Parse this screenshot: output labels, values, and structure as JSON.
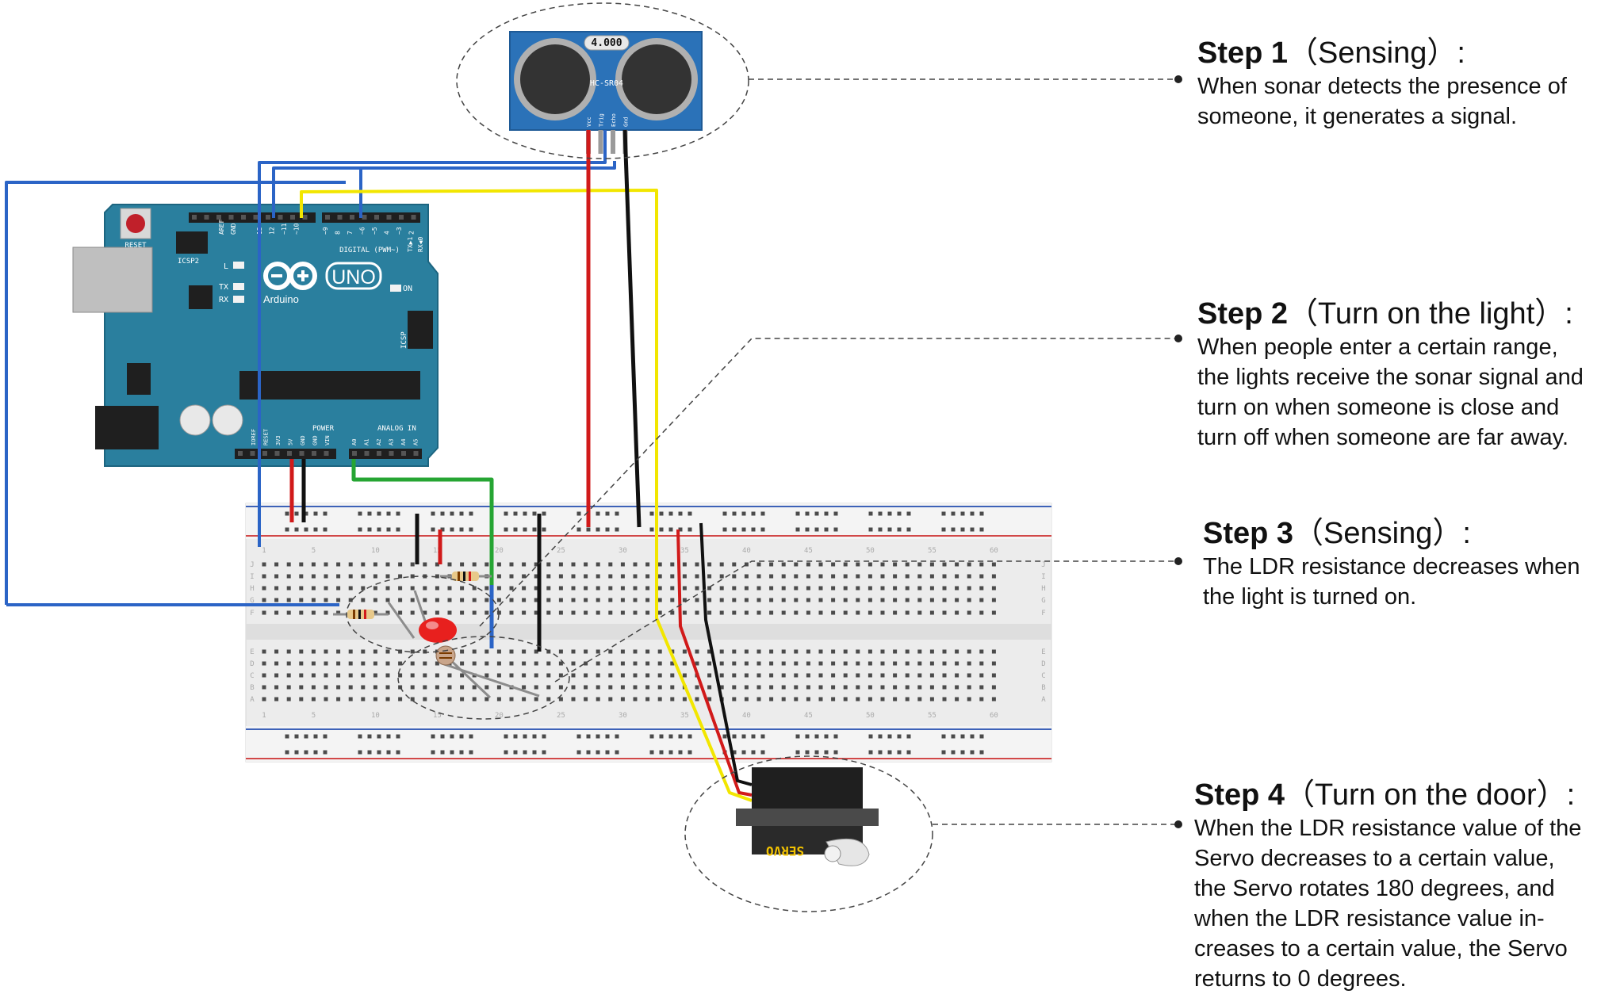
{
  "steps": [
    {
      "number": "Step 1",
      "subtitle": "（Sensing）:",
      "lines": [
        "When sonar detects the presence of",
        "someone, it generates a signal."
      ]
    },
    {
      "number": "Step 2",
      "subtitle": "（Turn on the light）:",
      "lines": [
        "When people enter a certain range,",
        "the lights receive the sonar signal and",
        "turn on when someone is close and",
        "turn off when someone are far away."
      ]
    },
    {
      "number": "Step 3",
      "subtitle": "（Sensing）:",
      "lines": [
        "The LDR resistance decreases when",
        "the light is turned on."
      ]
    },
    {
      "number": "Step 4",
      "subtitle": "（Turn on the door）:",
      "lines": [
        "When the LDR resistance value of the",
        "Servo decreases to a certain value,",
        "the Servo rotates 180 degrees, and",
        "when the LDR resistance value in-",
        "creases to a certain value, the Servo",
        "returns to 0 degrees."
      ]
    }
  ],
  "components": {
    "sonar": {
      "display": "4.000",
      "model": "HC-SR04",
      "pins": [
        "Vcc",
        "Trig",
        "Echo",
        "Gnd"
      ]
    },
    "arduino": {
      "reset": "RESET",
      "icsp2": "ICSP2",
      "icsp": "ICSP",
      "logo": "Arduino",
      "model": "UNO",
      "digital": "DIGITAL (PWM~)",
      "power": "POWER",
      "analog": "ANALOG IN",
      "aref": "AREF",
      "gnd": "GND",
      "on": "ON",
      "tx": "TX",
      "rx": "RX",
      "l": "L",
      "txd": "TX▶1",
      "rxd": "RX◀0",
      "digital_pins": [
        "13",
        "12",
        "~11",
        "~10",
        "~9",
        "8",
        "7",
        "~6",
        "~5",
        "4",
        "~3",
        "2"
      ],
      "power_pins": [
        "IOREF",
        "RESET",
        "3V3",
        "5V",
        "GND",
        "GND",
        "VIN"
      ],
      "analog_pins": [
        "A0",
        "A1",
        "A2",
        "A3",
        "A4",
        "A5"
      ]
    },
    "breadboard": {
      "column_numbers": [
        "1",
        "5",
        "10",
        "15",
        "20",
        "25",
        "30",
        "35",
        "40",
        "45",
        "50",
        "55",
        "60"
      ],
      "row_letters_top": [
        "J",
        "I",
        "H",
        "G",
        "F"
      ],
      "row_letters_bottom": [
        "E",
        "D",
        "C",
        "B",
        "A"
      ]
    },
    "servo": {
      "label": "SERVO"
    }
  },
  "colors": {
    "arduino": "#2a7f9e",
    "sonar": "#2b72b8",
    "wire_red": "#d11a1a",
    "wire_black": "#111111",
    "wire_yellow": "#f2e600",
    "wire_blue": "#2b64c6",
    "wire_green": "#26a533",
    "breadboard": "#ececec",
    "led": "#e8201e",
    "rail_red": "#d24848",
    "rail_blue": "#3d62b8"
  }
}
